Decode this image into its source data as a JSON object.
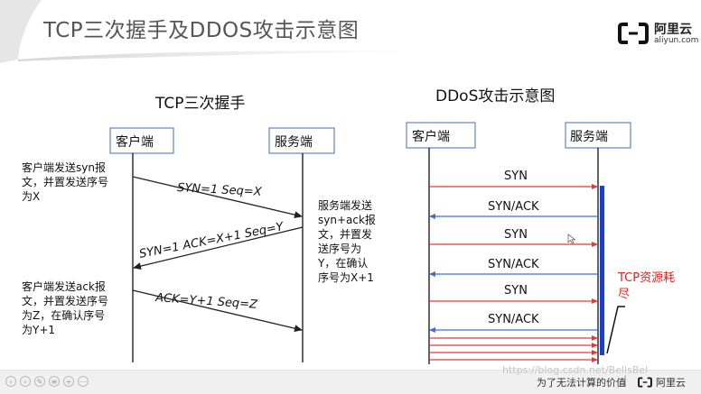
{
  "slide_title": "TCP三次握手及DDOS攻击示意图",
  "logo": {
    "name": "阿里云",
    "url": "aliyun.com"
  },
  "left": {
    "heading": "TCP三次握手",
    "client_label": "客户端",
    "server_label": "服务端",
    "note_client_1": [
      "客户端发送syn报",
      "文，并置发送序号",
      "为X"
    ],
    "note_server": [
      "服务端发送",
      "syn+ack报",
      "文，并置发",
      "送序号为",
      "Y，在确认",
      "序号为X+1"
    ],
    "note_client_2": [
      "客户端发送ack报",
      "文，并置发送序号",
      "为Z，在确认序号",
      "为Y+1"
    ],
    "msg1": "SYN=1 Seq=X",
    "msg2": "SYN=1 ACK=X+1 Seq=Y",
    "msg3": "ACK=Y+1  Seq=Z"
  },
  "right": {
    "heading": "DDoS攻击示意图",
    "client_label": "客户端",
    "server_label": "服务端",
    "syn_label": "SYN",
    "synack_label": "SYN/ACK",
    "exhaust_label": [
      "TCP资源耗",
      "尽"
    ]
  },
  "footer": {
    "slogan": "为了无法计算的价值",
    "separator": "|",
    "brand": "阿里云"
  },
  "watermark": "https://blog.csdn.net/BellsBel",
  "colors": {
    "attack_arrow": "#e53935",
    "response_arrow": "#3a6fd8",
    "server_bar": "#1f3fc6",
    "exhaust_text": "#e0201c",
    "title": "#555555"
  },
  "icons": [
    "aliyun-logo-icon",
    "cursor-icon"
  ]
}
